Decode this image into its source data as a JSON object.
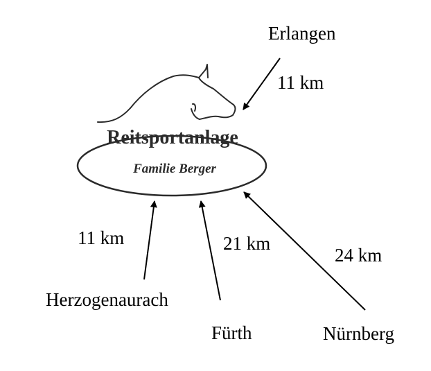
{
  "logo": {
    "title": "Reitsportanlage",
    "subtitle": "Familie Berger",
    "icon": "horse-head-icon"
  },
  "routes": [
    {
      "city": "Erlangen",
      "distance": "11 km"
    },
    {
      "city": "Herzogenaurach",
      "distance": "11 km"
    },
    {
      "city": "Fürth",
      "distance": "21 km"
    },
    {
      "city": "Nürnberg",
      "distance": "24 km"
    }
  ],
  "colors": {
    "text": "#000000",
    "logo_outline": "#2a2a2a",
    "background": "#ffffff"
  }
}
